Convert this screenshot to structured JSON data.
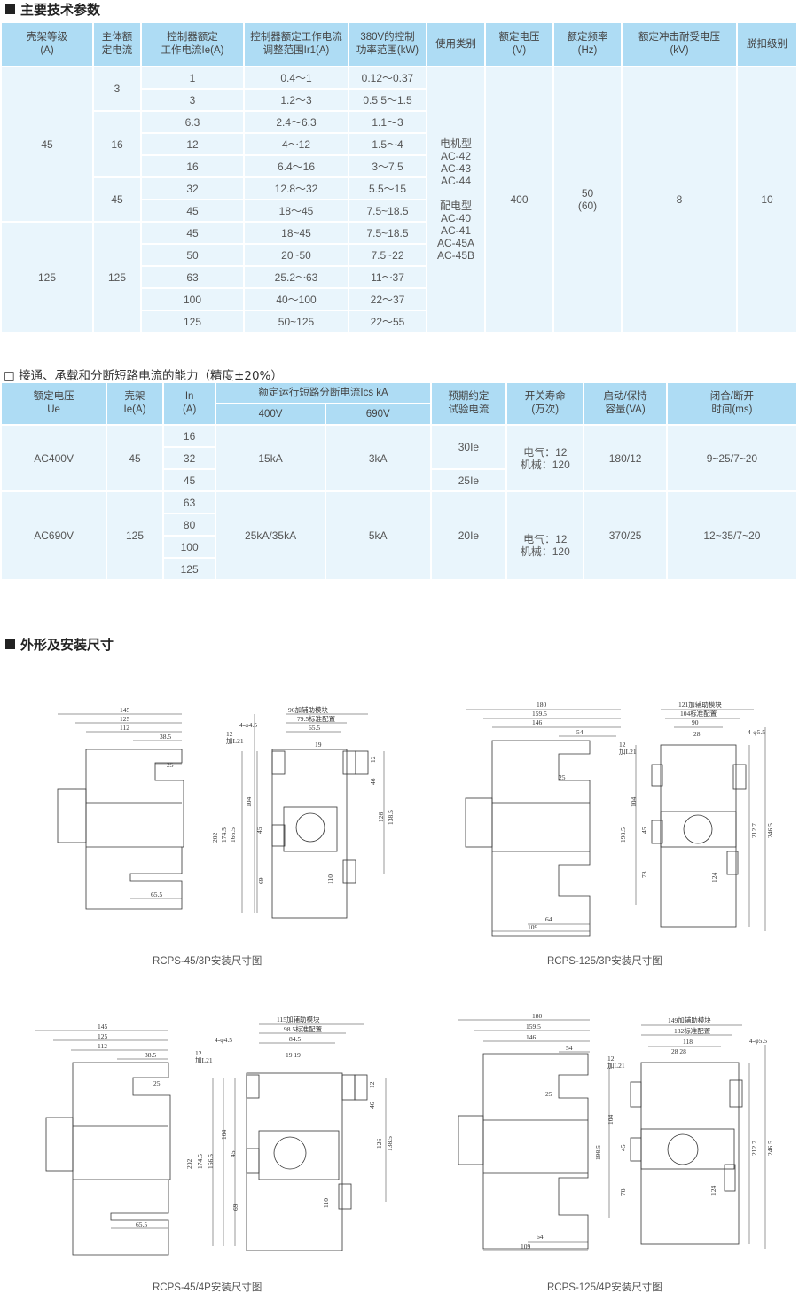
{
  "section1": {
    "title": "主要技术参数"
  },
  "table1": {
    "headers": [
      "壳架等级\n(A)",
      "主体额\n定电流",
      "控制器额定\n工作电流Ie(A)",
      "控制器额定工作电流\n调整范围Ir1(A)",
      "380V的控制\n功率范围(kW)",
      "使用类别",
      "额定电压\n(V)",
      "额定频率\n(Hz)",
      "额定冲击耐受电压\n(kV)",
      "脱扣级别"
    ],
    "frame": [
      "45",
      "125"
    ],
    "body_current": [
      "3",
      "16",
      "45",
      "125"
    ],
    "rows": [
      {
        "ie": "1",
        "range": "0.4～1",
        "power": "0.12～0.37"
      },
      {
        "ie": "3",
        "range": "1.2～3",
        "power": "0.5 5～1.5"
      },
      {
        "ie": "6.3",
        "range": "2.4～6.3",
        "power": "1.1～3"
      },
      {
        "ie": "12",
        "range": "4～12",
        "power": "1.5～4"
      },
      {
        "ie": "16",
        "range": "6.4～16",
        "power": "3～7.5"
      },
      {
        "ie": "32",
        "range": "12.8～32",
        "power": "5.5～15"
      },
      {
        "ie": "45",
        "range": "18～45",
        "power": "7.5~18.5"
      },
      {
        "ie": "45",
        "range": "18~45",
        "power": "7.5~18.5"
      },
      {
        "ie": "50",
        "range": "20~50",
        "power": "7.5~22"
      },
      {
        "ie": "63",
        "range": "25.2～63",
        "power": "11～37"
      },
      {
        "ie": "100",
        "range": "40～100",
        "power": "22～37"
      },
      {
        "ie": "125",
        "range": "50~125",
        "power": "22～55"
      }
    ],
    "usage": "电机型\nAC-42\nAC-43\nAC-44\n\n配电型\nAC-40\nAC-41\nAC-45A\nAC-45B",
    "voltage": "400",
    "frequency": "50\n(60)",
    "impulse": "8",
    "trip_class": "10"
  },
  "section2": {
    "title": "接通、承载和分断短路电流的能力（精度±20%）"
  },
  "table2": {
    "h_voltage": "额定电压\nUe",
    "h_frame": "壳架\nIe(A)",
    "h_in": "In\n(A)",
    "h_ics": "额定运行短路分断电流Ics kA",
    "h_400": "400V",
    "h_690": "690V",
    "h_test": "预期约定\n试验电流",
    "h_life": "开关寿命\n(万次)",
    "h_hold": "启动/保持\n容量(VA)",
    "h_time": "闭合/断开\n时间(ms)",
    "row1": {
      "voltage": "AC400V",
      "frame": "45",
      "in": [
        "16",
        "32",
        "45"
      ],
      "v400": "15kA",
      "v690": "3kA",
      "test": [
        "30Ie",
        "25Ie"
      ],
      "life": "电气：12\n机械：120",
      "hold": "180/12",
      "time": "9~25/7~20"
    },
    "row2": {
      "voltage": "AC690V",
      "frame": "125",
      "in": [
        "63",
        "80",
        "100",
        "125"
      ],
      "v400": "25kA/35kA",
      "v690": "5kA",
      "test": "20Ie",
      "life": "电气：12\n机械：120",
      "hold": "370/25",
      "time": "12~35/7~20"
    }
  },
  "section3": {
    "title": "外形及安装尺寸"
  },
  "drawings": {
    "d1": {
      "caption": "RCPS-45/3P安装尺寸图",
      "side": [
        "145",
        "125",
        "112",
        "38.5",
        "25",
        "65.5"
      ],
      "front": {
        "top1": "96加辅助模块",
        "top2": "79.5标准配置",
        "top3": "65.5",
        "top4": "19",
        "hole": "4-φ4.5",
        "l21": "12\n加L21",
        "v": [
          "202",
          "174.5",
          "166.5",
          "104",
          "45",
          "69",
          "12",
          "46",
          "126",
          "138.5",
          "110"
        ]
      }
    },
    "d2": {
      "caption": "RCPS-125/3P安装尺寸图",
      "side": [
        "180",
        "159.5",
        "146",
        "54",
        "25",
        "64",
        "109"
      ],
      "front": {
        "top1": "121加辅助模块",
        "top2": "104标准配置",
        "top3": "90",
        "top4": "28",
        "hole": "4-φ5.5",
        "l21": "12\n加L21",
        "v": [
          "198.5",
          "104",
          "45",
          "78",
          "212.7",
          "246.5",
          "124"
        ]
      }
    },
    "d3": {
      "caption": "RCPS-45/4P安装尺寸图",
      "side": [
        "145",
        "125",
        "112",
        "38.5",
        "25",
        "65.5"
      ],
      "front": {
        "top1": "115加辅助模块",
        "top2": "98.5标准配置",
        "top3": "84.5",
        "top4": "19  19",
        "hole": "4-φ4.5",
        "l21": "12\n加L21",
        "v": [
          "202",
          "174.5",
          "166.5",
          "104",
          "45",
          "69",
          "12",
          "46",
          "126",
          "138.5",
          "110"
        ]
      }
    },
    "d4": {
      "caption": "RCPS-125/4P安装尺寸图",
      "side": [
        "180",
        "159.5",
        "146",
        "54",
        "25",
        "64",
        "109"
      ],
      "front": {
        "top1": "149加辅助模块",
        "top2": "132标准配置",
        "top3": "118",
        "top4": "28  28",
        "hole": "4-φ5.5",
        "l21": "12\n加L21",
        "v": [
          "198.5",
          "104",
          "45",
          "78",
          "212.7",
          "246.5",
          "124"
        ]
      }
    }
  }
}
